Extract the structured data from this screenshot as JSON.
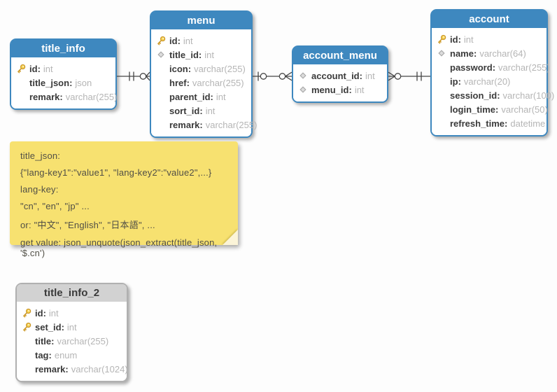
{
  "diagram": {
    "tables": [
      {
        "name": "title_info",
        "theme": "blue",
        "fields": [
          {
            "icon": "key",
            "name": "id",
            "type": "int"
          },
          {
            "icon": "none",
            "name": "title_json",
            "type": "json"
          },
          {
            "icon": "none",
            "name": "remark",
            "type": "varchar(255)"
          }
        ]
      },
      {
        "name": "menu",
        "theme": "blue",
        "fields": [
          {
            "icon": "key",
            "name": "id",
            "type": "int"
          },
          {
            "icon": "diamond",
            "name": "title_id",
            "type": "int"
          },
          {
            "icon": "none",
            "name": "icon",
            "type": "varchar(255)"
          },
          {
            "icon": "none",
            "name": "href",
            "type": "varchar(255)"
          },
          {
            "icon": "none",
            "name": "parent_id",
            "type": "int"
          },
          {
            "icon": "none",
            "name": "sort_id",
            "type": "int"
          },
          {
            "icon": "none",
            "name": "remark",
            "type": "varchar(255)"
          }
        ]
      },
      {
        "name": "account_menu",
        "theme": "blue",
        "fields": [
          {
            "icon": "diamond",
            "name": "account_id",
            "type": "int"
          },
          {
            "icon": "diamond",
            "name": "menu_id",
            "type": "int"
          }
        ]
      },
      {
        "name": "account",
        "theme": "blue",
        "fields": [
          {
            "icon": "key",
            "name": "id",
            "type": "int"
          },
          {
            "icon": "diamond",
            "name": "name",
            "type": "varchar(64)"
          },
          {
            "icon": "none",
            "name": "password",
            "type": "varchar(255)"
          },
          {
            "icon": "none",
            "name": "ip",
            "type": "varchar(20)"
          },
          {
            "icon": "none",
            "name": "session_id",
            "type": "varchar(100)"
          },
          {
            "icon": "none",
            "name": "login_time",
            "type": "varchar(50)"
          },
          {
            "icon": "none",
            "name": "refresh_time",
            "type": "datetime"
          }
        ]
      },
      {
        "name": "title_info_2",
        "theme": "gray",
        "fields": [
          {
            "icon": "key",
            "name": "id",
            "type": "int"
          },
          {
            "icon": "key",
            "name": "set_id",
            "type": "int"
          },
          {
            "icon": "none",
            "name": "title",
            "type": "varchar(255)"
          },
          {
            "icon": "none",
            "name": "tag",
            "type": "enum"
          },
          {
            "icon": "none",
            "name": "remark",
            "type": "varchar(1024)"
          }
        ]
      }
    ],
    "note": {
      "lines": [
        "title_json:",
        "{\"lang-key1\":\"value1\", \"lang-key2\":\"value2\",...}",
        "lang-key:",
        "\"cn\", \"en\", \"jp\" ...",
        "or: \"中文\", \"English\", \"日本語\", ...",
        "get value: json_unquote(json_extract(title_json, '$.cn')"
      ]
    },
    "relationships": [
      {
        "from": "title_info",
        "to": "menu",
        "from_marker": "one (||)",
        "to_marker": "zero-or-many (o<)"
      },
      {
        "from": "menu",
        "to": "account_menu",
        "from_marker": "one / zero (|o)",
        "to_marker": "zero-or-many (o<)"
      },
      {
        "from": "account_menu",
        "to": "account",
        "from_marker": "zero-or-many (>o)",
        "to_marker": "one (||)"
      }
    ],
    "colors": {
      "table_header_blue": "#3e88bf",
      "table_border_blue": "#3e88bf",
      "table_header_gray": "#d2d2d2",
      "table_border_gray": "#b0b0b0",
      "note_bg": "#f7e170",
      "note_fold": "#fbf4d8",
      "field_name": "#3a3a3a",
      "field_type": "#b5b5b5",
      "connector": "#454545",
      "key_icon": "#f0c23c",
      "diamond_icon": "#d9d9d9"
    }
  }
}
